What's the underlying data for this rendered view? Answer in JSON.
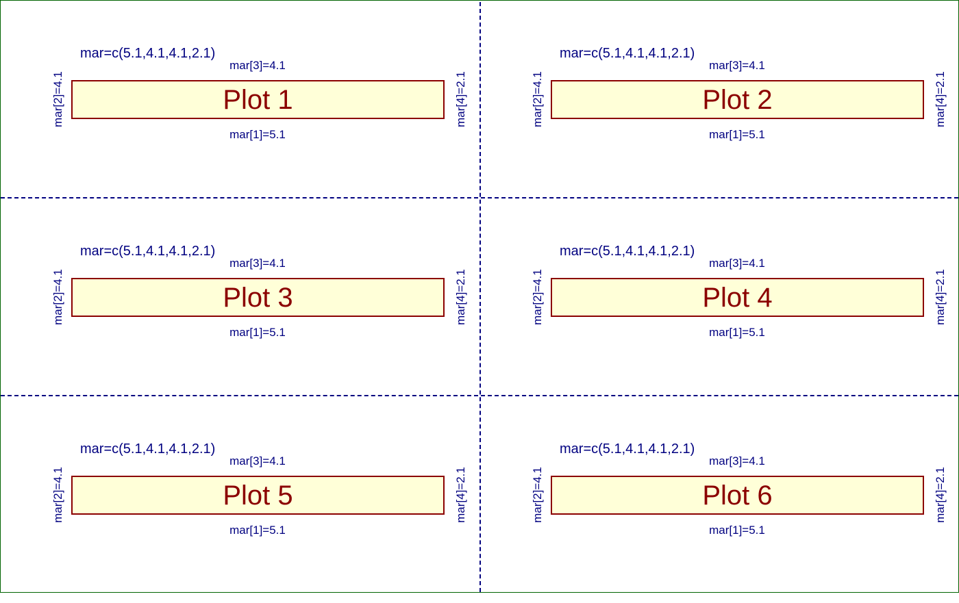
{
  "figure": {
    "panels": [
      {
        "title": "Plot 1",
        "mar_text": "mar=c(5.1,4.1,4.1,2.1)",
        "side_bottom": "mar[1]=5.1",
        "side_left": "mar[2]=4.1",
        "side_top": "mar[3]=4.1",
        "side_right": "mar[4]=2.1"
      },
      {
        "title": "Plot 2",
        "mar_text": "mar=c(5.1,4.1,4.1,2.1)",
        "side_bottom": "mar[1]=5.1",
        "side_left": "mar[2]=4.1",
        "side_top": "mar[3]=4.1",
        "side_right": "mar[4]=2.1"
      },
      {
        "title": "Plot 3",
        "mar_text": "mar=c(5.1,4.1,4.1,2.1)",
        "side_bottom": "mar[1]=5.1",
        "side_left": "mar[2]=4.1",
        "side_top": "mar[3]=4.1",
        "side_right": "mar[4]=2.1"
      },
      {
        "title": "Plot 4",
        "mar_text": "mar=c(5.1,4.1,4.1,2.1)",
        "side_bottom": "mar[1]=5.1",
        "side_left": "mar[2]=4.1",
        "side_top": "mar[3]=4.1",
        "side_right": "mar[4]=2.1"
      },
      {
        "title": "Plot 5",
        "mar_text": "mar=c(5.1,4.1,4.1,2.1)",
        "side_bottom": "mar[1]=5.1",
        "side_left": "mar[2]=4.1",
        "side_top": "mar[3]=4.1",
        "side_right": "mar[4]=2.1"
      },
      {
        "title": "Plot 6",
        "mar_text": "mar=c(5.1,4.1,4.1,2.1)",
        "side_bottom": "mar[1]=5.1",
        "side_left": "mar[2]=4.1",
        "side_top": "mar[3]=4.1",
        "side_right": "mar[4]=2.1"
      }
    ]
  },
  "colors": {
    "outer_border": "#006400",
    "divider": "#000080",
    "margin_text": "#000080",
    "plot_border": "#8b0000",
    "plot_fill": "#ffffd8",
    "plot_title": "#8b0000"
  }
}
